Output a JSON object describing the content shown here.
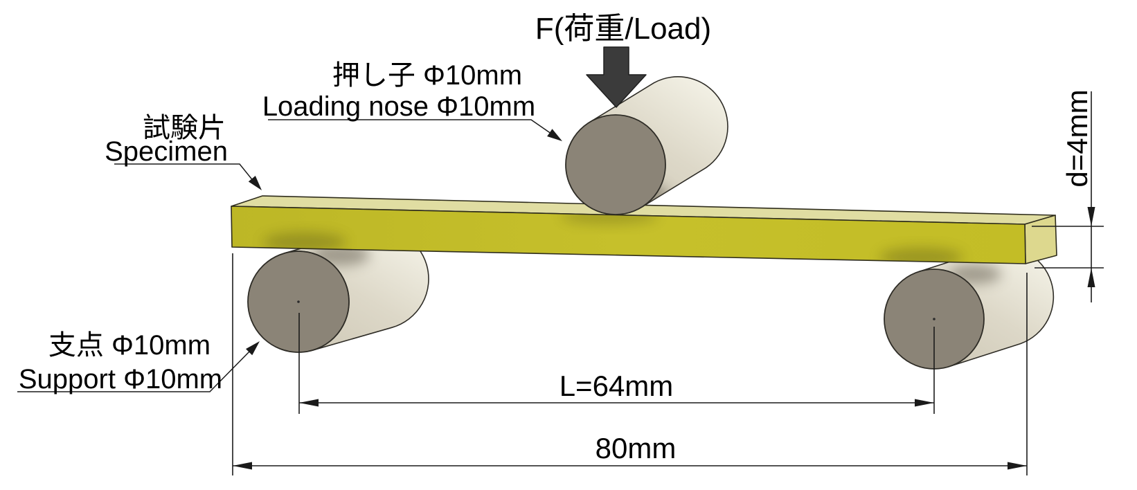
{
  "diagram": {
    "type": "three-point-bending-test",
    "force_label": "F(荷重/Load)",
    "labels": {
      "loading_nose_jp": "押し子 Φ10mm",
      "loading_nose_en": "Loading nose Φ10mm",
      "specimen_jp": "試験片",
      "specimen_en": "Specimen",
      "support_jp": "支点 Φ10mm",
      "support_en": "Support Φ10mm"
    },
    "dimensions": {
      "support_span": "L=64mm",
      "total_length": "80mm",
      "thickness": "d=4mm"
    },
    "values": {
      "support_span_mm": 64,
      "specimen_length_mm": 80,
      "specimen_thickness_mm": 4,
      "loading_nose_diameter_mm": 10,
      "support_diameter_mm": 10
    },
    "colors": {
      "specimen_front": "#c3bd28",
      "specimen_top": "#e0dda2",
      "specimen_end": "#ddd88e",
      "roller_face": "#8b8477",
      "roller_body_light": "#f1efe3",
      "roller_body_dark": "#cdc7b5",
      "force_arrow": "#3b3b3b",
      "line": "#1a1a1a",
      "background": "#ffffff"
    }
  }
}
